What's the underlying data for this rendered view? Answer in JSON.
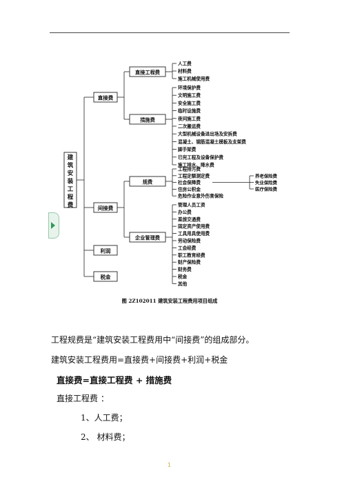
{
  "header": {
    "mark": ""
  },
  "diagram": {
    "root": "建筑安装工程费",
    "level1": [
      "直接费",
      "间接费",
      "利润",
      "税金"
    ],
    "direct_groups": [
      "直接工程费",
      "措施费"
    ],
    "indirect_groups": [
      "规费",
      "企业管理费"
    ],
    "direct_engineering_items": [
      "人工费",
      "材料费",
      "施工机械使用费"
    ],
    "measures_items": [
      "环境保护费",
      "文明施工费",
      "安全施工费",
      "临时设施费",
      "夜间施工费",
      "二次搬运费",
      "大型机械设备进出场及安拆费",
      "混凝土、钢筋混凝土模板及支架费",
      "脚手架费",
      "已完工程及设备保护费",
      "施工排水、降水费"
    ],
    "regulatory_items": [
      "工程排污费",
      "工程定额测定费",
      "社会保障费",
      "住房公积金",
      "危险作业意外伤害保险"
    ],
    "social_security_items": [
      "养老保险费",
      "失业保险费",
      "医疗保险费"
    ],
    "management_items": [
      "管理人员工资",
      "办公费",
      "差旅交通费",
      "固定资产使用费",
      "工具用具使用费",
      "劳动保险费",
      "工会经费",
      "职工教育经费",
      "财产保险费",
      "财务费",
      "税金",
      "其他"
    ],
    "caption": "图 2Z102011   建筑安装工程费用项目组成"
  },
  "text": {
    "line1": "工程规费是“建筑安装工程费用中“间接费”的组成部分。",
    "line2": "建筑安装工程费用=直接费+间接费+利润+税金",
    "line3": "直接费=直接工程费 + 措施费",
    "line4": "直接工程费 ：",
    "line5": "1、人工费；",
    "line6": "2、  材料费；"
  },
  "footer": {
    "page_number": "1"
  }
}
